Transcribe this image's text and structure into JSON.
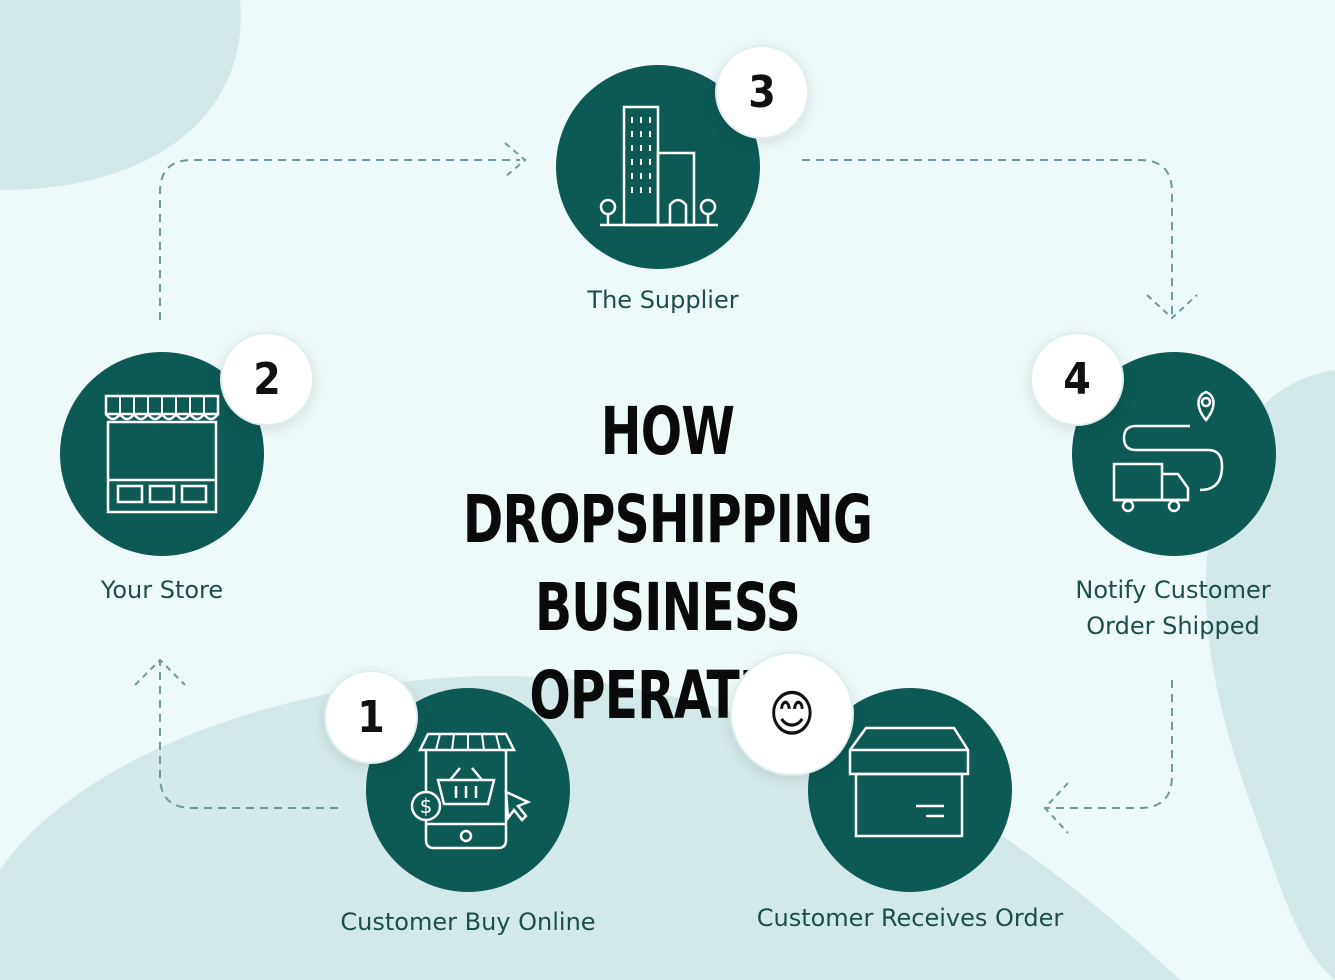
{
  "title": {
    "line1": "HOW DROPSHIPPING",
    "line2": "BUSINESS OPERATES"
  },
  "steps": [
    {
      "badge": "1",
      "label": "Customer Buy Online",
      "icon": "mobile-shopping-icon"
    },
    {
      "badge": "2",
      "label": "Your Store",
      "icon": "storefront-icon"
    },
    {
      "badge": "3",
      "label": "The Supplier",
      "icon": "building-icon"
    },
    {
      "badge": "4",
      "label": "Notify Customer\nOrder Shipped",
      "icon": "delivery-truck-route-icon"
    },
    {
      "badge": "😊",
      "label": "Customer Receives Order",
      "icon": "package-box-icon"
    }
  ],
  "colors": {
    "background": "#eef9f9",
    "blob": "#d3e8e8",
    "circle": "#0d5a54",
    "label_text": "#1b4f4a",
    "connector": "#6e9aa0"
  }
}
